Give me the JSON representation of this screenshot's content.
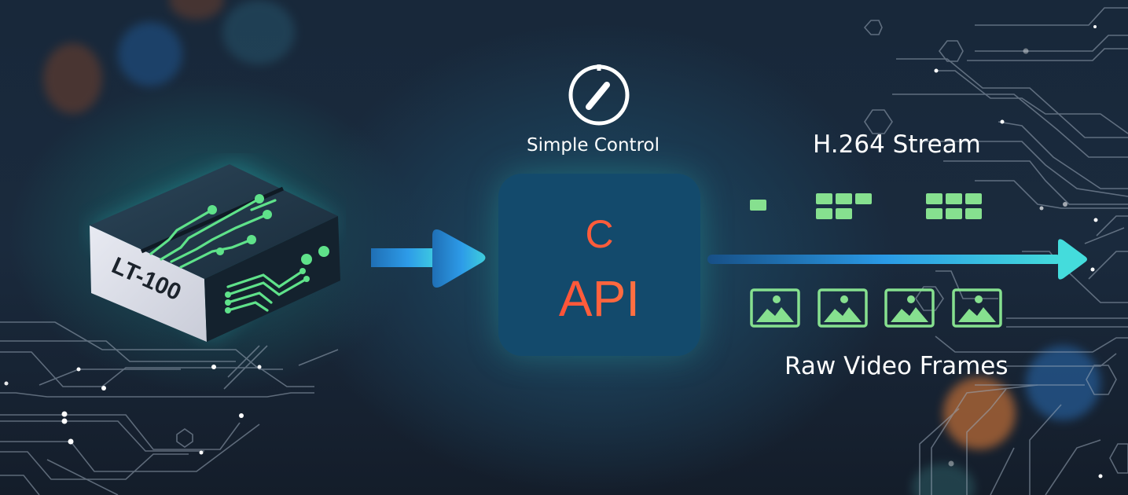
{
  "device": {
    "label": "LT-100",
    "accent_color": "#5fe28a"
  },
  "control": {
    "icon": "gauge-icon",
    "label": "Simple Control"
  },
  "api_box": {
    "language": "C",
    "title": "API",
    "text_gradient": [
      "#ff3a30",
      "#ff8a4a"
    ],
    "background": "#134a6c"
  },
  "stream": {
    "label": "H.264 Stream",
    "packet_groups": [
      1,
      5,
      6
    ],
    "packet_color": "#86e08f"
  },
  "frames": {
    "label": "Raw Video Frames",
    "count": 4,
    "icon": "image-icon",
    "color": "#86e08f"
  },
  "arrows": {
    "gradient": [
      "#1f6fb5",
      "#2d9be8",
      "#40d8de"
    ]
  }
}
